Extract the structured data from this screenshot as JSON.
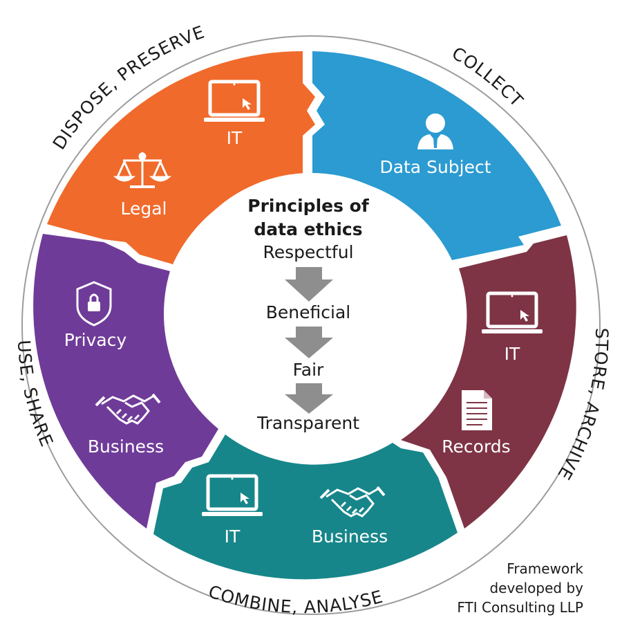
{
  "center": {
    "title_line1": "Principles of",
    "title_line2": "data ethics",
    "principles": [
      "Respectful",
      "Beneficial",
      "Fair",
      "Transparent"
    ]
  },
  "stages": {
    "dispose_preserve": {
      "label": "DISPOSE, PRESERVE",
      "color": "#f06a2b",
      "items": [
        "IT",
        "Legal"
      ],
      "icons": [
        "laptop-icon",
        "scales-icon"
      ]
    },
    "collect": {
      "label": "COLLECT",
      "color": "#2b9bd1",
      "items": [
        "Data Subject"
      ],
      "icons": [
        "person-icon"
      ]
    },
    "store_archive": {
      "label": "STORE, ARCHIVE",
      "color": "#7e3445",
      "items": [
        "IT",
        "Records"
      ],
      "icons": [
        "laptop-icon",
        "document-icon"
      ]
    },
    "combine_analyse": {
      "label": "COMBINE, ANALYSE",
      "color": "#17868a",
      "items": [
        "IT",
        "Business"
      ],
      "icons": [
        "laptop-icon",
        "handshake-icon"
      ]
    },
    "use_share": {
      "label": "USE, SHARE",
      "color": "#6f3b98",
      "items": [
        "Privacy",
        "Business"
      ],
      "icons": [
        "shield-lock-icon",
        "handshake-icon"
      ]
    }
  },
  "credit": [
    "Framework",
    "developed by",
    "FTI Consulting LLP"
  ],
  "colors": {
    "arrow": "#8e8e8e",
    "ring": "#9c9c9c",
    "text": "#1a1a1a"
  }
}
